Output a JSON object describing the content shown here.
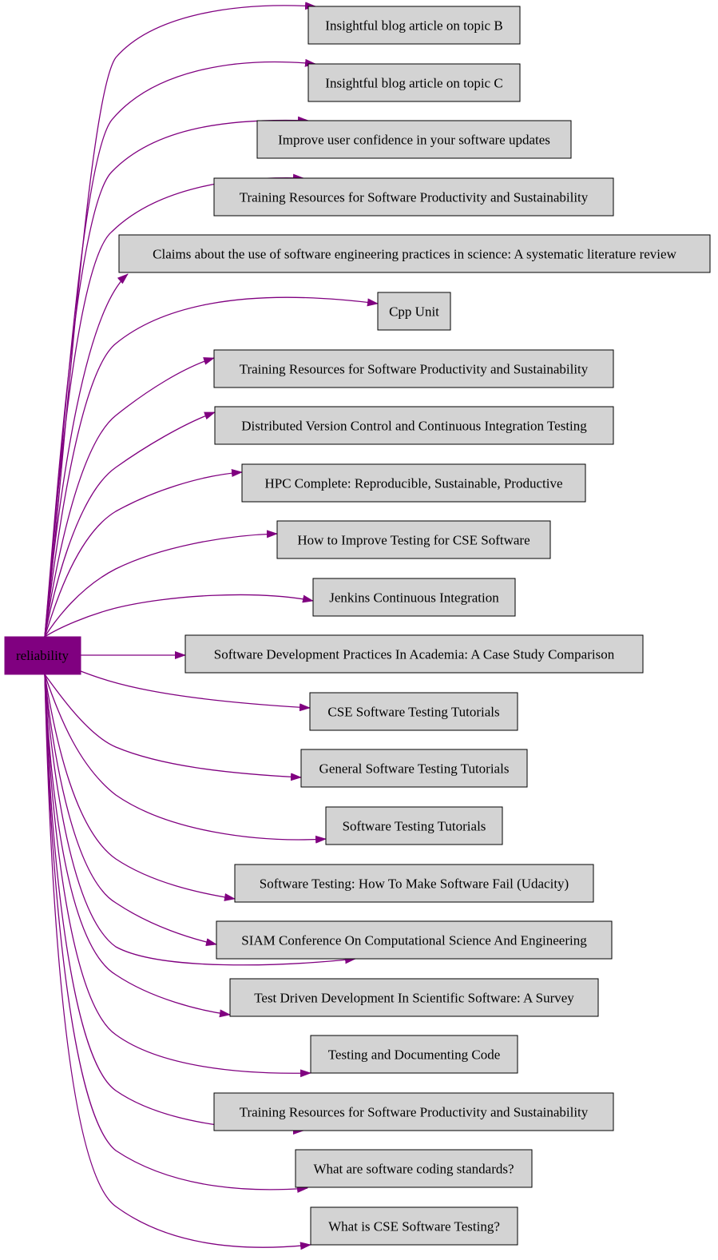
{
  "diagram": {
    "hub": {
      "label": "reliability"
    },
    "colors": {
      "edge": "#800080",
      "hub_fill": "#800080",
      "node_fill": "#d3d3d3",
      "node_stroke": "#000000"
    },
    "nodes": [
      {
        "label": "Insightful blog article on topic B"
      },
      {
        "label": "Insightful blog article on topic C"
      },
      {
        "label": "Improve user confidence in your software updates"
      },
      {
        "label": "Training Resources for Software Productivity and Sustainability"
      },
      {
        "label": "Claims about the use of software engineering practices in science: A systematic literature review"
      },
      {
        "label": "Cpp Unit"
      },
      {
        "label": "Training Resources for Software Productivity and Sustainability"
      },
      {
        "label": "Distributed Version Control and Continuous Integration Testing"
      },
      {
        "label": "HPC Complete: Reproducible, Sustainable, Productive"
      },
      {
        "label": "How to Improve Testing for CSE Software"
      },
      {
        "label": "Jenkins Continuous Integration"
      },
      {
        "label": "Software Development Practices In Academia: A Case Study Comparison"
      },
      {
        "label": "CSE Software Testing Tutorials"
      },
      {
        "label": "General Software Testing Tutorials"
      },
      {
        "label": "Software Testing Tutorials"
      },
      {
        "label": "Software Testing: How To Make Software Fail (Udacity)"
      },
      {
        "label": "SIAM Conference On Computational Science And Engineering"
      },
      {
        "label": "Test Driven Development In Scientific Software: A Survey"
      },
      {
        "label": "Testing and Documenting Code"
      },
      {
        "label": "Training Resources for Software Productivity and Sustainability"
      },
      {
        "label": "What are software coding standards?"
      },
      {
        "label": "What is CSE Software Testing?"
      }
    ]
  }
}
